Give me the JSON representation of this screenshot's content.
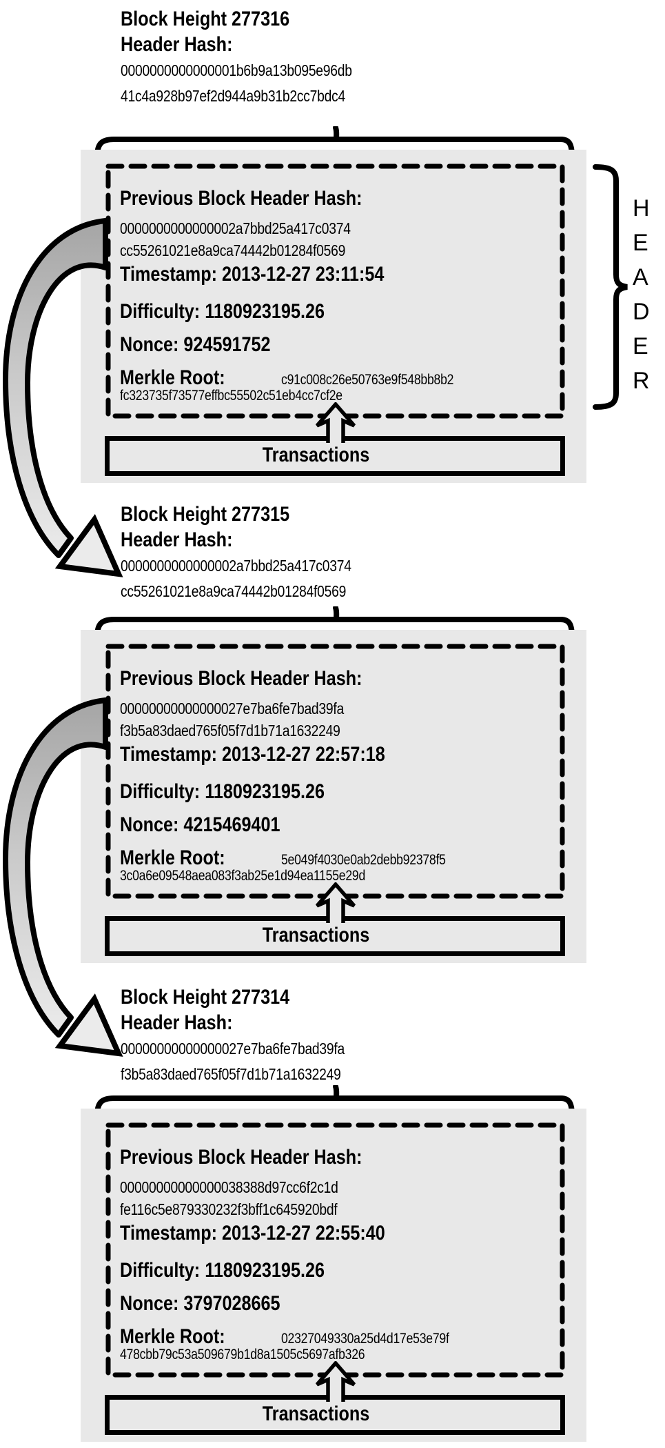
{
  "header_brace": {
    "letters": [
      "H",
      "E",
      "A",
      "D",
      "E",
      "R"
    ]
  },
  "colors": {
    "panel_gray": "#e8e8e8",
    "arrow_tail_gray": "#a9a9a9",
    "arrow_head_gray": "#ebebeb",
    "ink": "#000000"
  },
  "blocks": [
    {
      "caption": {
        "height_label": "Block Height 277316",
        "hash_label": "Header Hash:",
        "hash_line1": "0000000000000001b6b9a13b095e96db",
        "hash_line2": "41c4a928b97ef2d944a9b31b2cc7bdc4"
      },
      "header": {
        "prev_label": "Previous Block Header Hash:",
        "prev_hash_line1": "0000000000000002a7bbd25a417c0374",
        "prev_hash_line2": "cc55261021e8a9ca74442b01284f0569",
        "timestamp": "Timestamp: 2013-12-27 23:11:54",
        "difficulty": "Difficulty: 1180923195.26",
        "nonce": "Nonce: 924591752",
        "merkle_label": "Merkle Root:",
        "merkle_line1": "c91c008c26e50763e9f548bb8b2",
        "merkle_line2": "fc323735f73577effbc55502c51eb4cc7cf2e"
      },
      "transactions_label": "Transactions"
    },
    {
      "caption": {
        "height_label": "Block Height 277315",
        "hash_label": "Header Hash:",
        "hash_line1": "0000000000000002a7bbd25a417c0374",
        "hash_line2": "cc55261021e8a9ca74442b01284f0569"
      },
      "header": {
        "prev_label": "Previous Block Header Hash:",
        "prev_hash_line1": "00000000000000027e7ba6fe7bad39fa",
        "prev_hash_line2": "f3b5a83daed765f05f7d1b71a1632249",
        "timestamp": "Timestamp: 2013-12-27 22:57:18",
        "difficulty": "Difficulty: 1180923195.26",
        "nonce": "Nonce: 4215469401",
        "merkle_label": "Merkle Root:",
        "merkle_line1": "5e049f4030e0ab2debb92378f5",
        "merkle_line2": "3c0a6e09548aea083f3ab25e1d94ea1155e29d"
      },
      "transactions_label": "Transactions"
    },
    {
      "caption": {
        "height_label": "Block Height 277314",
        "hash_label": "Header Hash:",
        "hash_line1": "00000000000000027e7ba6fe7bad39fa",
        "hash_line2": "f3b5a83daed765f05f7d1b71a1632249"
      },
      "header": {
        "prev_label": "Previous Block Header Hash:",
        "prev_hash_line1": "00000000000000038388d97cc6f2c1d",
        "prev_hash_line2": "fe116c5e879330232f3bff1c645920bdf",
        "timestamp": "Timestamp: 2013-12-27 22:55:40",
        "difficulty": "Difficulty: 1180923195.26",
        "nonce": "Nonce: 3797028665",
        "merkle_label": "Merkle Root:",
        "merkle_line1": "02327049330a25d4d17e53e79f",
        "merkle_line2": "478cbb79c53a509679b1d8a1505c5697afb326"
      },
      "transactions_label": "Transactions"
    }
  ]
}
